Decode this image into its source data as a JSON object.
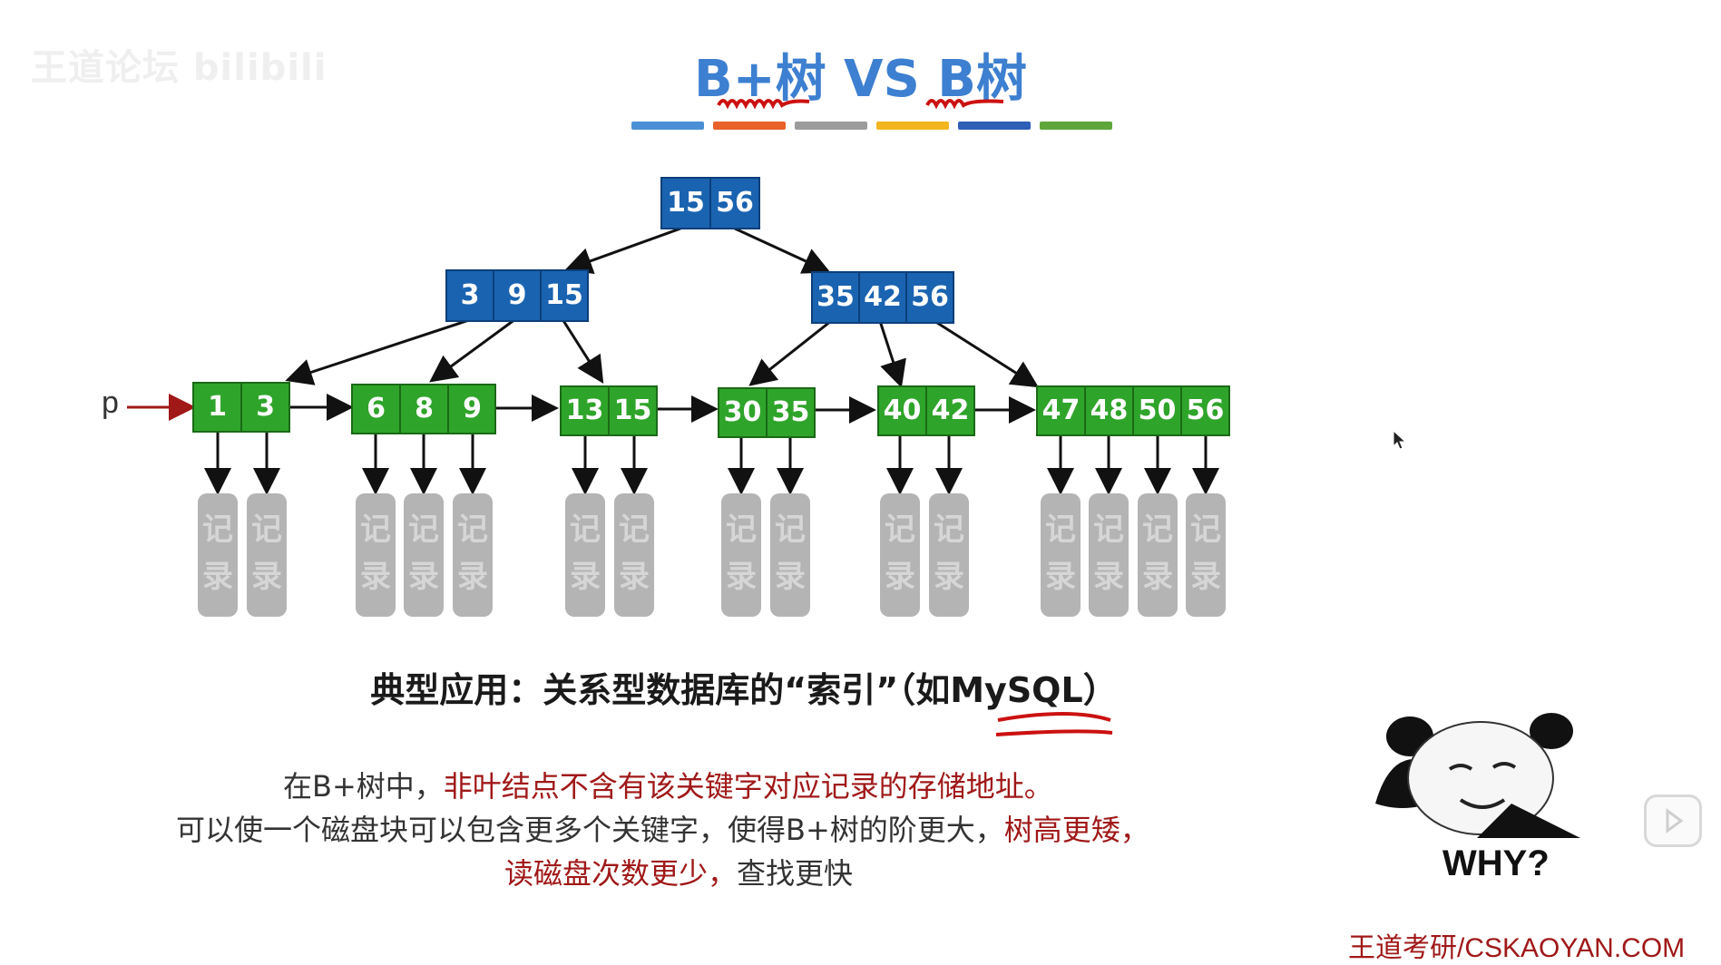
{
  "watermark": "王道论坛 bilibili",
  "title": "B+树 VS B树",
  "color_bar": [
    "#4a8fd6",
    "#e8622a",
    "#9c9c9c",
    "#f3b51e",
    "#2f5fb7",
    "#5ea639"
  ],
  "root_node": {
    "keys": [
      "15",
      "56"
    ]
  },
  "internal_nodes": [
    {
      "keys": [
        "3",
        "9",
        "15"
      ]
    },
    {
      "keys": [
        "35",
        "42",
        "56"
      ]
    }
  ],
  "leaf_nodes": [
    {
      "keys": [
        "1",
        "3"
      ]
    },
    {
      "keys": [
        "6",
        "8",
        "9"
      ]
    },
    {
      "keys": [
        "13",
        "15"
      ]
    },
    {
      "keys": [
        "30",
        "35"
      ]
    },
    {
      "keys": [
        "40",
        "42"
      ]
    },
    {
      "keys": [
        "47",
        "48",
        "50",
        "56"
      ]
    }
  ],
  "pointer_label": "p",
  "record_label_top": "记",
  "record_label_bottom": "录",
  "application_line": "典型应用：关系型数据库的“索引”（如MySQL）",
  "description": {
    "line1_normal": "在B+树中，",
    "line1_highlight": "非叶结点不含有该关键字对应记录的存储地址。",
    "line2_normal": "可以使一个磁盘块可以包含更多个关键字，使得B+树的阶更大，",
    "line2_highlight": "树高更矮，",
    "line3_highlight": "读磁盘次数更少，",
    "line3_normal": "查找更快"
  },
  "meme_caption": "WHY?",
  "footer": "王道考研/CSKAOYAN.COM",
  "colors": {
    "internal_node": "#1a63b0",
    "leaf_node": "#2fa42a",
    "highlight_text": "#a01818",
    "annotation_red": "#cc1111"
  }
}
